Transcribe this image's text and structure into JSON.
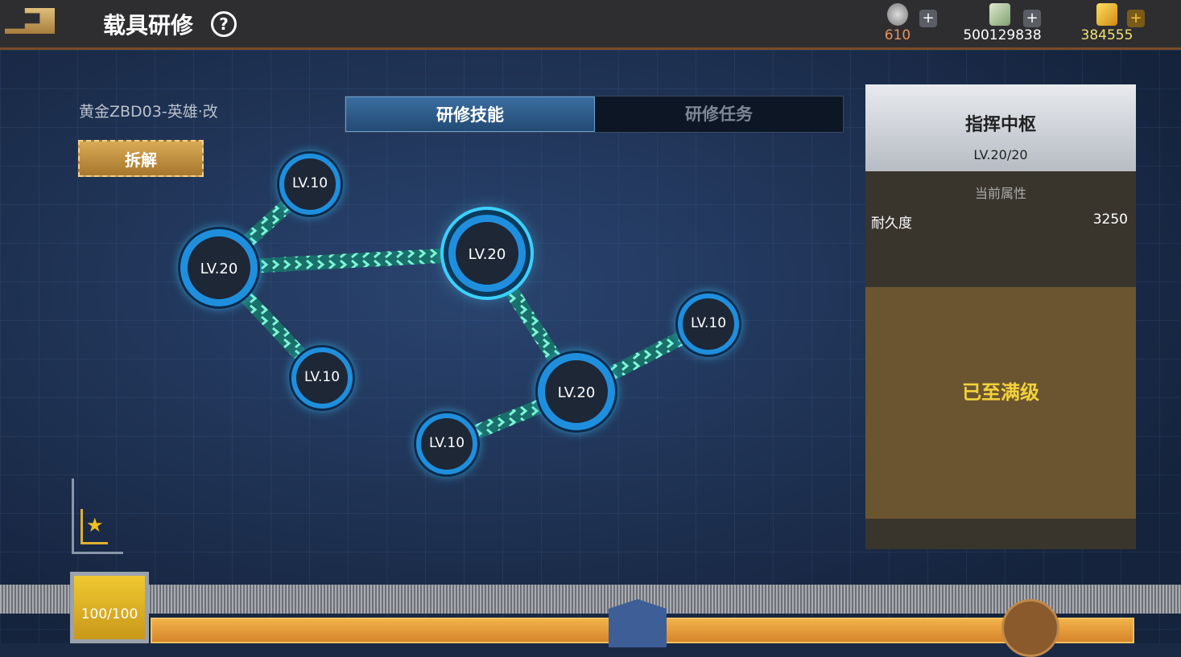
{
  "header": {
    "title": "载具研修",
    "help": "?"
  },
  "currencies": [
    {
      "icon": "medal-icon",
      "value": "610",
      "color": "#e8935a"
    },
    {
      "icon": "cash-icon",
      "value": "500129838",
      "color": "#ffffff"
    },
    {
      "icon": "gold-icon",
      "value": "384555",
      "color": "#f0e070"
    }
  ],
  "plus": "+",
  "vehicle": {
    "name": "黄金ZBD03-英雄·改",
    "dismantle": "拆解"
  },
  "tabs": [
    {
      "label": "研修技能",
      "active": true
    },
    {
      "label": "研修任务",
      "active": false
    }
  ],
  "nodes": [
    {
      "label": "LV.10",
      "size": "small"
    },
    {
      "label": "LV.20",
      "size": "big"
    },
    {
      "label": "LV.10",
      "size": "small"
    },
    {
      "label": "LV.20",
      "size": "big",
      "selected": true
    },
    {
      "label": "LV.20",
      "size": "big"
    },
    {
      "label": "LV.10",
      "size": "small"
    },
    {
      "label": "LV.10",
      "size": "small"
    }
  ],
  "panel": {
    "name": "指挥中枢",
    "level": "LV.20/20",
    "attr_header": "当前属性",
    "attr_name": "耐久度",
    "attr_value": "3250",
    "status": "已至满级"
  },
  "bottom": {
    "progress_text": "100/100",
    "progress": 1.0
  }
}
